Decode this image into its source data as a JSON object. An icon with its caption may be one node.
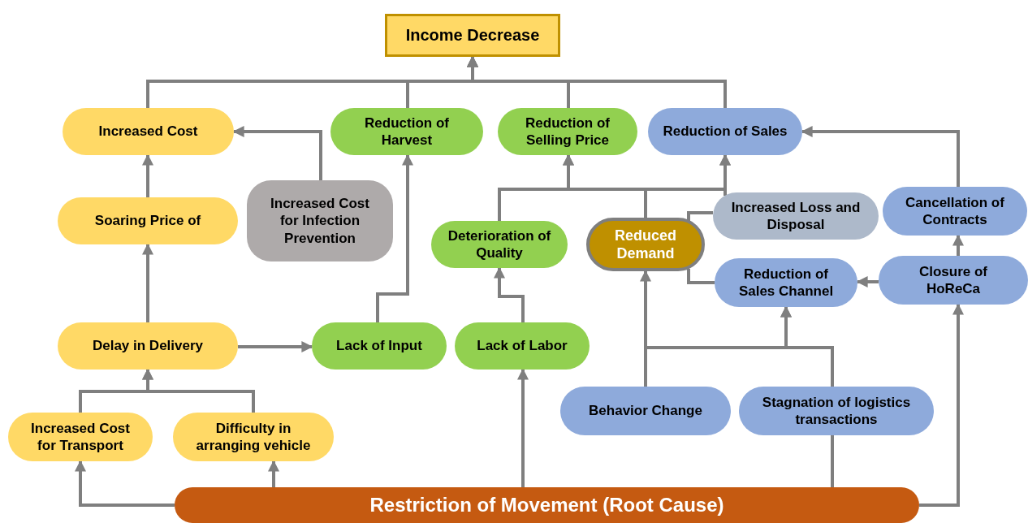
{
  "diagram": {
    "nodes": [
      {
        "text": [
          "Income Decrease"
        ]
      },
      {
        "text": [
          "Increased Cost"
        ]
      },
      {
        "text": [
          "Reduction of Harvest"
        ]
      },
      {
        "text": [
          "Reduction of Selling Price"
        ]
      },
      {
        "text": [
          "Reduction of Sales"
        ]
      },
      {
        "text": [
          "Soaring Price of"
        ]
      },
      {
        "text": [
          "Increased Cost for Infection Prevention"
        ]
      },
      {
        "text": [
          "Deterioration of Quality"
        ]
      },
      {
        "text": [
          "Reduced Demand"
        ]
      },
      {
        "text": [
          "Increased Loss and Disposal"
        ]
      },
      {
        "text": [
          "Cancellation of Contracts"
        ]
      },
      {
        "text": [
          "Reduction of Sales Channel"
        ]
      },
      {
        "text": [
          "Closure of HoReCa"
        ]
      },
      {
        "text": [
          "Delay in Delivery"
        ]
      },
      {
        "text": [
          "Lack of Input"
        ]
      },
      {
        "text": [
          "Lack of Labor"
        ]
      },
      {
        "text": [
          "Behavior Change"
        ]
      },
      {
        "text": [
          "Stagnation of logistics transactions"
        ]
      },
      {
        "text": [
          "Increased Cost for Transport"
        ]
      },
      {
        "text": [
          "Difficulty in arranging vehicle"
        ]
      },
      {
        "text": [
          "Restriction of Movement (Root Cause)"
        ]
      }
    ],
    "edges": [
      {
        "from": 1,
        "to": 0,
        "arrow": "to"
      },
      {
        "from": 2,
        "to": 0,
        "arrow": "to"
      },
      {
        "from": 3,
        "to": 0,
        "arrow": "to"
      },
      {
        "from": 4,
        "to": 0,
        "arrow": "to"
      },
      {
        "from": 5,
        "to": 1,
        "arrow": "to"
      },
      {
        "from": 6,
        "to": 1,
        "arrow": "to"
      },
      {
        "from": 13,
        "to": 5,
        "arrow": "to"
      },
      {
        "from": 18,
        "to": 13,
        "arrow": "to"
      },
      {
        "from": 19,
        "to": 13,
        "arrow": "to"
      },
      {
        "from": 20,
        "to": 18,
        "arrow": "to"
      },
      {
        "from": 20,
        "to": 19,
        "arrow": "to"
      },
      {
        "from": 13,
        "to": 14,
        "arrow": "to"
      },
      {
        "from": 14,
        "to": 2,
        "arrow": "to"
      },
      {
        "from": 15,
        "to": 7,
        "arrow": "to"
      },
      {
        "from": 20,
        "to": 15,
        "arrow": "to"
      },
      {
        "from": 7,
        "to": 3,
        "arrow": "to"
      },
      {
        "from": 8,
        "to": 3,
        "arrow": "to"
      },
      {
        "from": 8,
        "to": 4,
        "arrow": "to"
      },
      {
        "from": 9,
        "to": 4,
        "arrow": "to"
      },
      {
        "from": 9,
        "to": 8,
        "arrow": "none"
      },
      {
        "from": 11,
        "to": 8,
        "arrow": "none"
      },
      {
        "from": 10,
        "to": 4,
        "arrow": "to"
      },
      {
        "from": 12,
        "to": 10,
        "arrow": "to"
      },
      {
        "from": 12,
        "to": 11,
        "arrow": "to"
      },
      {
        "from": 20,
        "to": 12,
        "arrow": "to"
      },
      {
        "from": 16,
        "to": 8,
        "arrow": "to"
      },
      {
        "from": 16,
        "to": 11,
        "arrow": "to"
      },
      {
        "from": 17,
        "to": 11,
        "arrow": "to"
      },
      {
        "from": 20,
        "to": 17,
        "arrow": "none"
      }
    ]
  }
}
